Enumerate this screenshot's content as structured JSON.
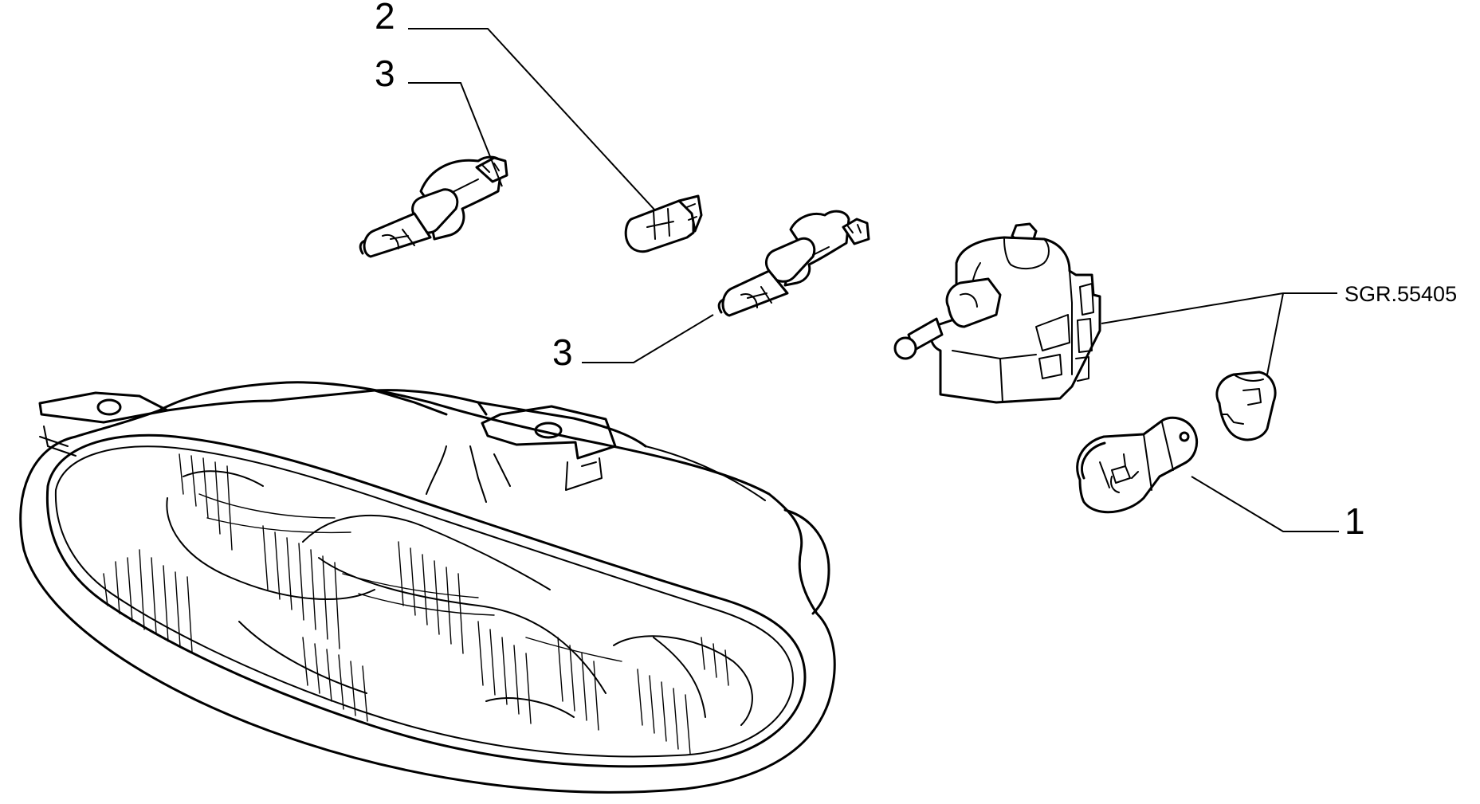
{
  "diagram": {
    "callouts": {
      "bulb_rear": "1",
      "wedge_bulb": "2",
      "h1_bulb_top": "3",
      "h1_bulb_mid": "3",
      "reference_code": "SGR.55405"
    },
    "colors": {
      "line": "#000000",
      "background": "#ffffff"
    }
  }
}
